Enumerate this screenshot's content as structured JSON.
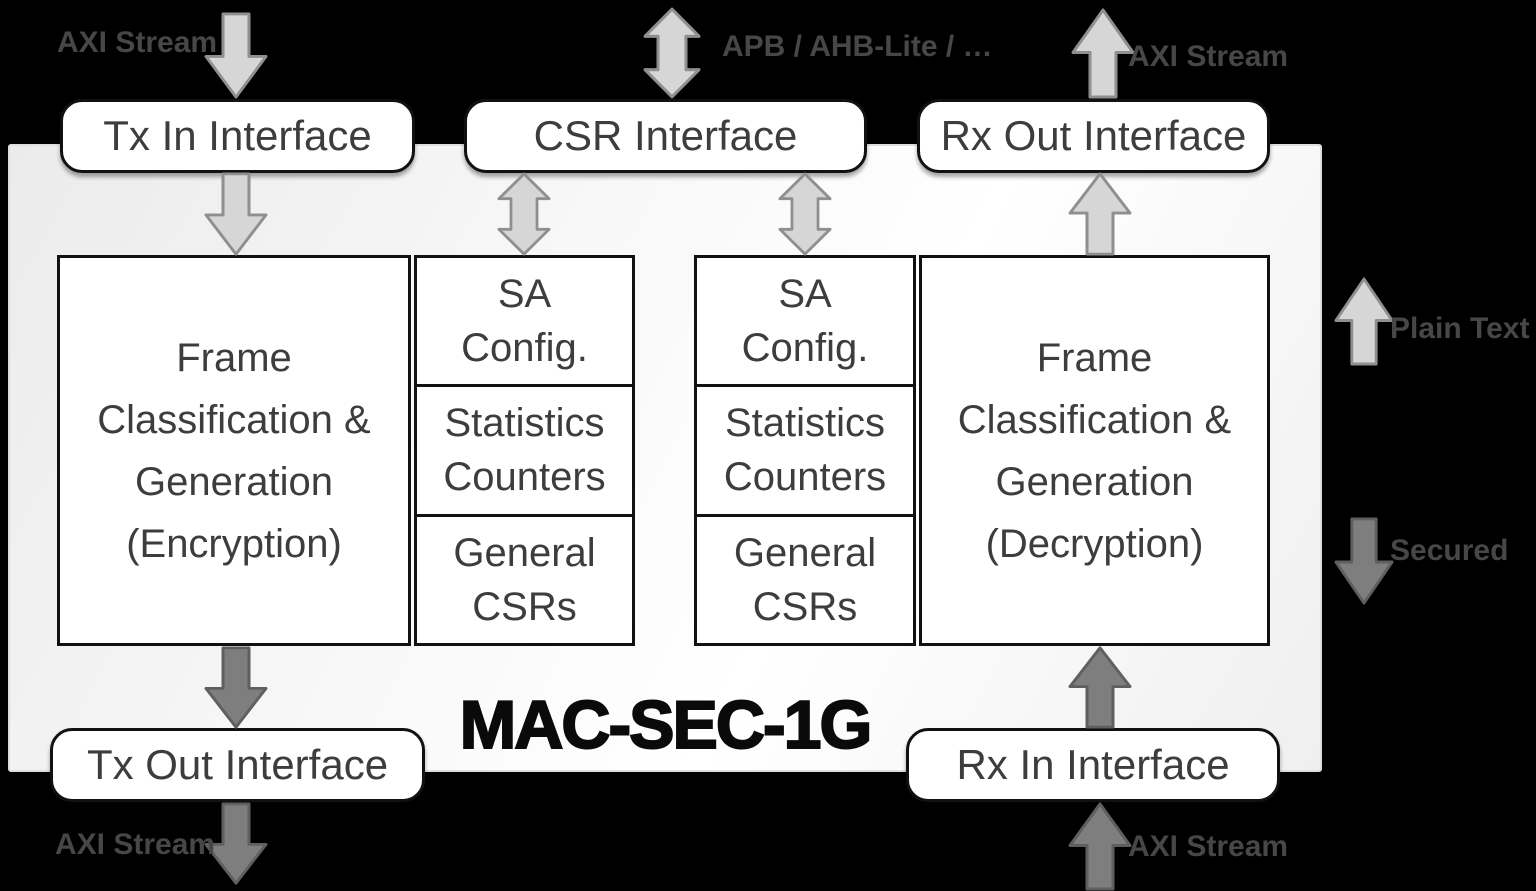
{
  "title": "MAC-SEC-1G",
  "interfaces": {
    "tx_in": "Tx In Interface",
    "csr": "CSR Interface",
    "rx_out": "Rx Out Interface",
    "tx_out": "Tx Out Interface",
    "rx_in": "Rx In Interface"
  },
  "blocks": {
    "encryption": {
      "lines": [
        "Frame",
        "Classification &",
        "Generation",
        "(Encryption)"
      ]
    },
    "decryption": {
      "lines": [
        "Frame",
        "Classification &",
        "Generation",
        "(Decryption)"
      ]
    },
    "stack_left": {
      "rows": [
        [
          "SA",
          "Config."
        ],
        [
          "Statistics",
          "Counters"
        ],
        [
          "General",
          "CSRs"
        ]
      ]
    },
    "stack_right": {
      "rows": [
        [
          "SA",
          "Config."
        ],
        [
          "Statistics",
          "Counters"
        ],
        [
          "General",
          "CSRs"
        ]
      ]
    }
  },
  "labels": {
    "axi_stream_tx_in": "AXI Stream",
    "apb_ahb": "APB / AHB-Lite / …",
    "axi_stream_rx_out": "AXI Stream",
    "axi_stream_tx_out": "AXI Stream",
    "axi_stream_rx_in": "AXI Stream",
    "plain_text": "Plain Text",
    "secured": "Secured"
  },
  "icons": {
    "down_arrow": "down-arrow-icon",
    "up_arrow": "up-arrow-icon",
    "double_vertical_arrow": "double-vertical-arrow-icon"
  },
  "colors": {
    "bg": "#000000",
    "box_border": "#111111",
    "text_dark": "#3d3d3d",
    "label_gray": "#474747",
    "title_color": "#0a0a0a",
    "arrow_light": "#d6d6d6",
    "arrow_light_border": "#8f8f8f",
    "arrow_dark": "#7e7e7e",
    "arrow_dark_border": "#5f5f5f"
  }
}
